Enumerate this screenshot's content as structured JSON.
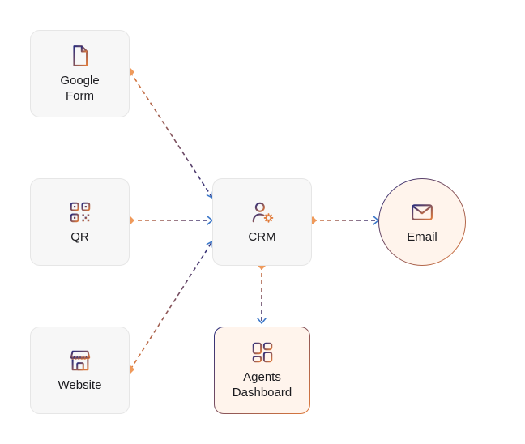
{
  "nodes": {
    "google_form": {
      "label": "Google\nForm",
      "icon": "document-icon"
    },
    "qr": {
      "label": "QR",
      "icon": "qr-code-icon"
    },
    "website": {
      "label": "Website",
      "icon": "storefront-icon"
    },
    "crm": {
      "label": "CRM",
      "icon": "user-gear-icon"
    },
    "email": {
      "label": "Email",
      "icon": "envelope-icon"
    },
    "agents_dashboard": {
      "label": "Agents\nDashboard",
      "icon": "dashboard-grid-icon"
    }
  },
  "edges": [
    {
      "from": "Google Form",
      "to": "CRM"
    },
    {
      "from": "QR",
      "to": "CRM"
    },
    {
      "from": "Website",
      "to": "CRM"
    },
    {
      "from": "CRM",
      "to": "Email"
    },
    {
      "from": "CRM",
      "to": "Agents Dashboard"
    }
  ],
  "colors": {
    "gradient_start": "#2a2d7c",
    "gradient_end": "#e07a3a",
    "arrowhead": "#3d78c9",
    "node_fill": "#f7f7f7",
    "node_border": "#e6e6e6",
    "accent_fill": "#fff4ec"
  }
}
